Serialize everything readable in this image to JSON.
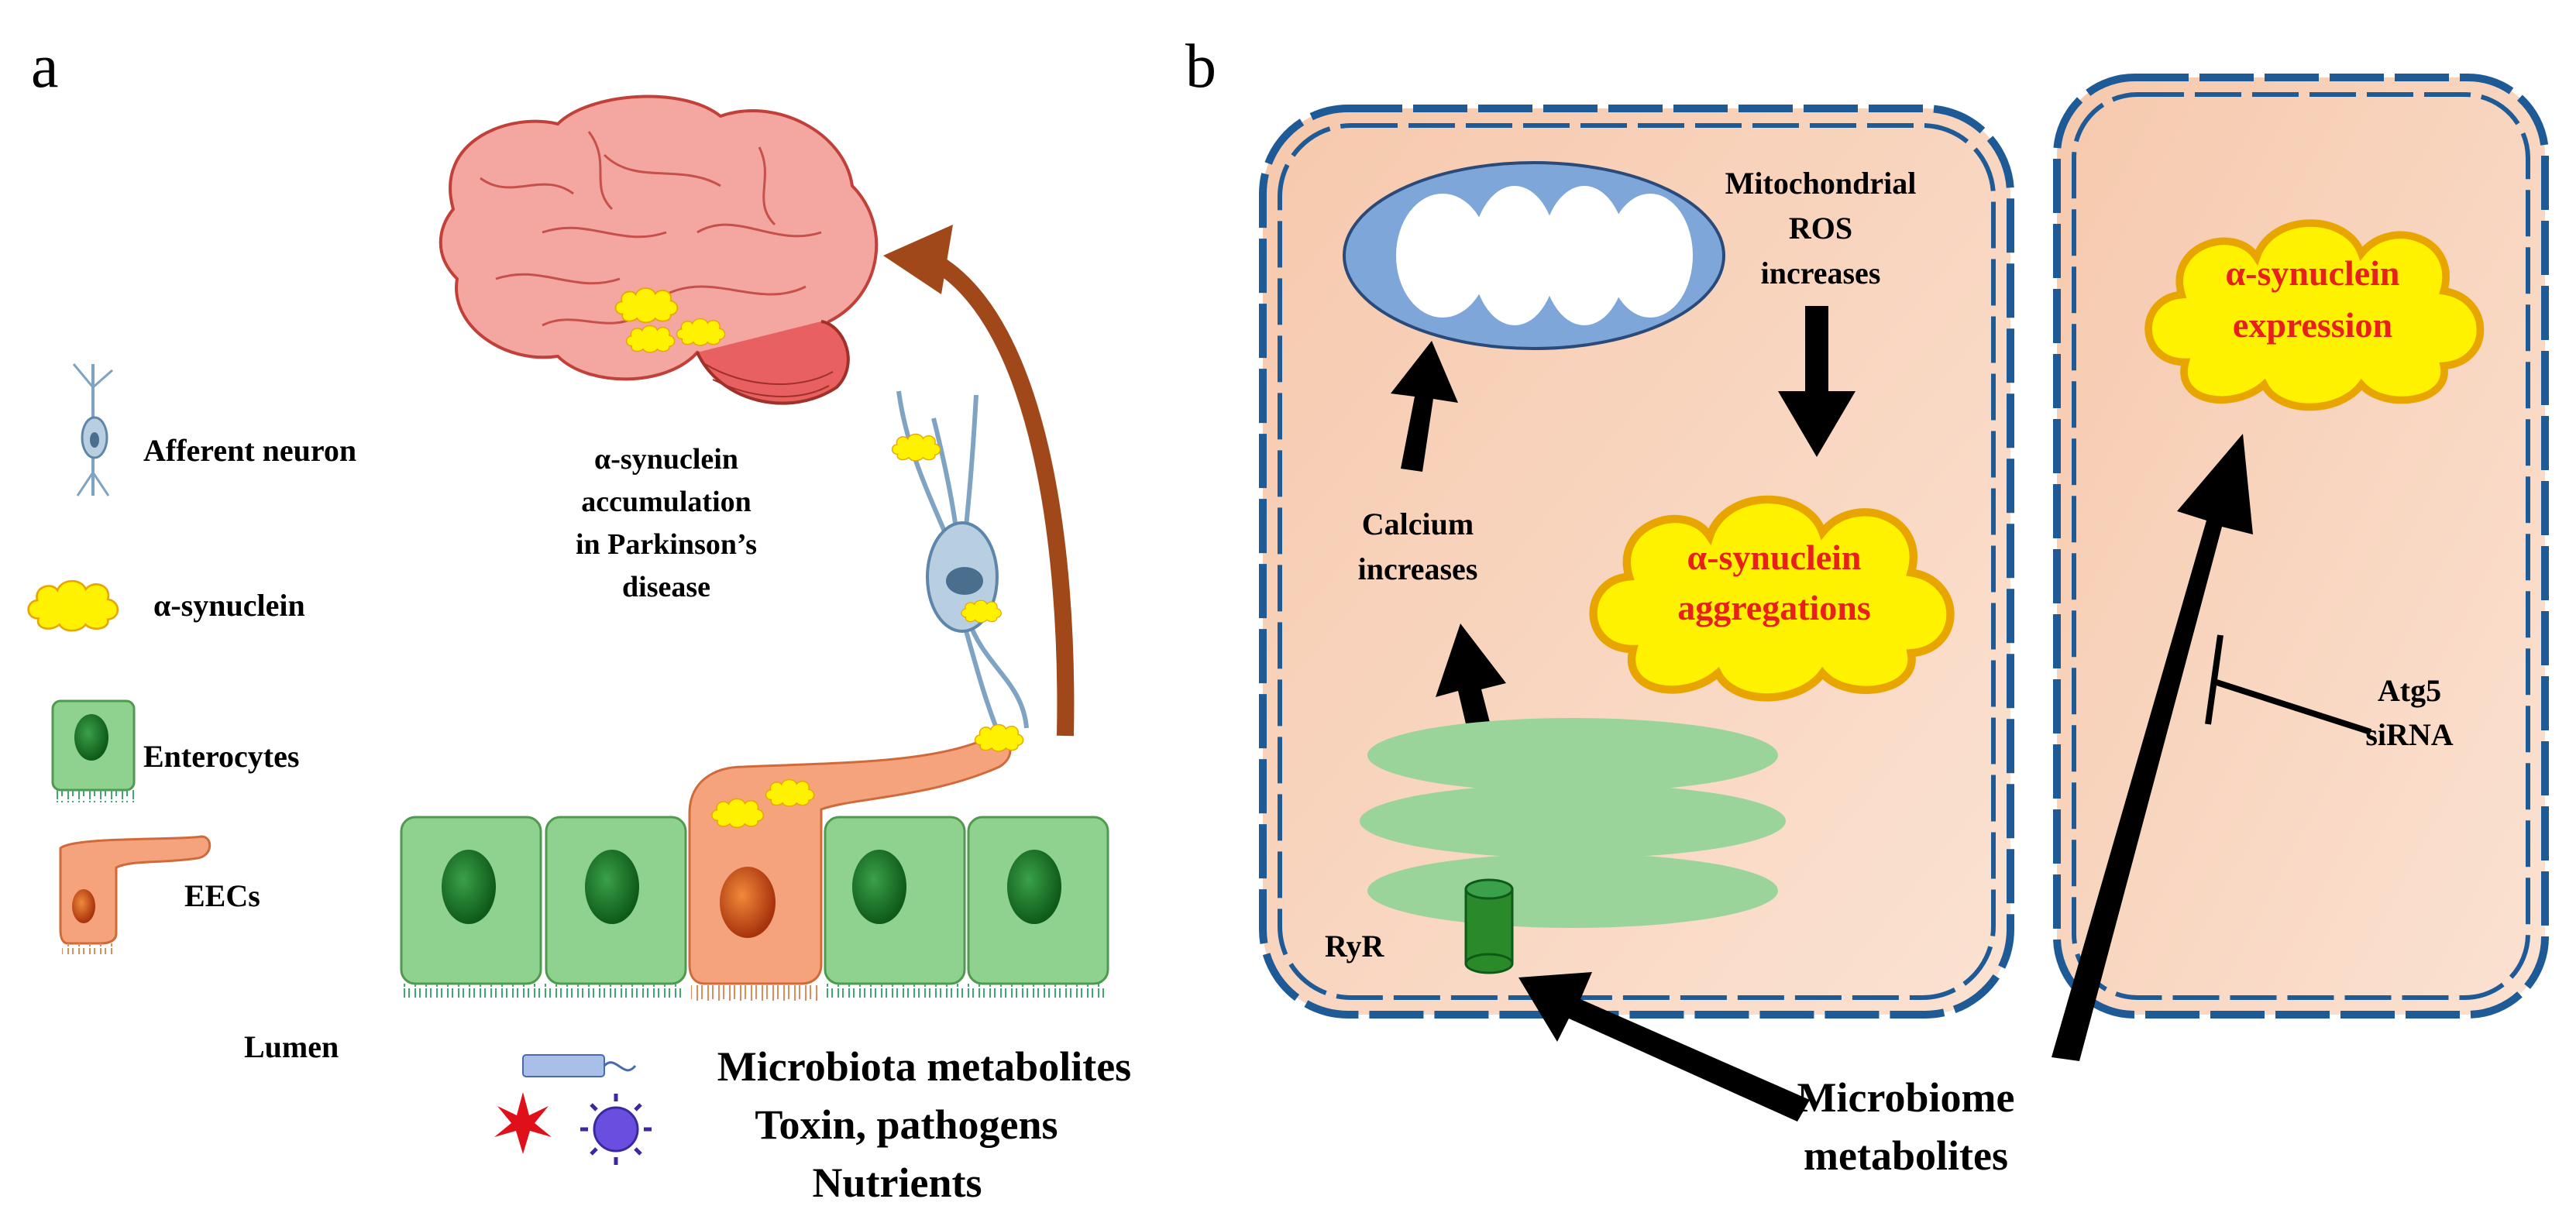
{
  "panel_a": {
    "label": "a",
    "legend": {
      "afferent_neuron": "Afferent neuron",
      "synuclein": "α-synuclein",
      "enterocytes": "Enterocytes",
      "eecs": "EECs"
    },
    "brain_caption": [
      "α-synuclein",
      "accumulation",
      "in Parkinson’s",
      "disease"
    ],
    "lumen": "Lumen",
    "lumen_items": [
      "Microbiota metabolites",
      "Toxin, pathogens",
      "Nutrients"
    ]
  },
  "panel_b": {
    "label": "b",
    "mito_ros": [
      "Mitochondrial",
      "ROS",
      "increases"
    ],
    "calcium": [
      "Calcium",
      "increases"
    ],
    "aggregations": [
      "α-synuclein",
      "aggregations"
    ],
    "ryr": "RyR",
    "expression": [
      "α-synuclein",
      "expression"
    ],
    "atg5": [
      "Atg5",
      "siRNA"
    ],
    "microbiome": [
      "Microbiome",
      "metabolites"
    ]
  },
  "colors": {
    "cell_fill": "#f8d3bd",
    "membrane": "#1e5a96",
    "synuclein_fill": "#fff200",
    "synuclein_text": "#e8201a",
    "enterocyte": "#8fd18f",
    "nucleus_green": "#1f7a2a",
    "eec": "#f4a37c",
    "brain_arrow": "#a0481a",
    "mito": "#7ea6d8",
    "er": "#9ad49a"
  }
}
